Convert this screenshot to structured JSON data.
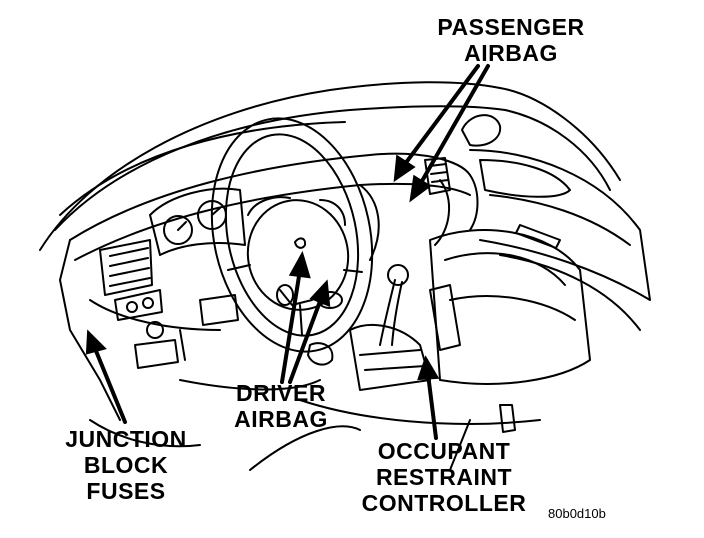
{
  "labels": {
    "passenger_airbag": [
      "PASSENGER",
      "AIRBAG"
    ],
    "driver_airbag": [
      "DRIVER",
      "AIRBAG"
    ],
    "junction_block_fuses": [
      "JUNCTION",
      "BLOCK",
      "FUSES"
    ],
    "occupant_restraint_controller": [
      "OCCUPANT",
      "RESTRAINT",
      "CONTROLLER"
    ]
  },
  "figure_code": "80b0d10b",
  "colors": {
    "ink": "#000000",
    "paper": "#ffffff"
  }
}
